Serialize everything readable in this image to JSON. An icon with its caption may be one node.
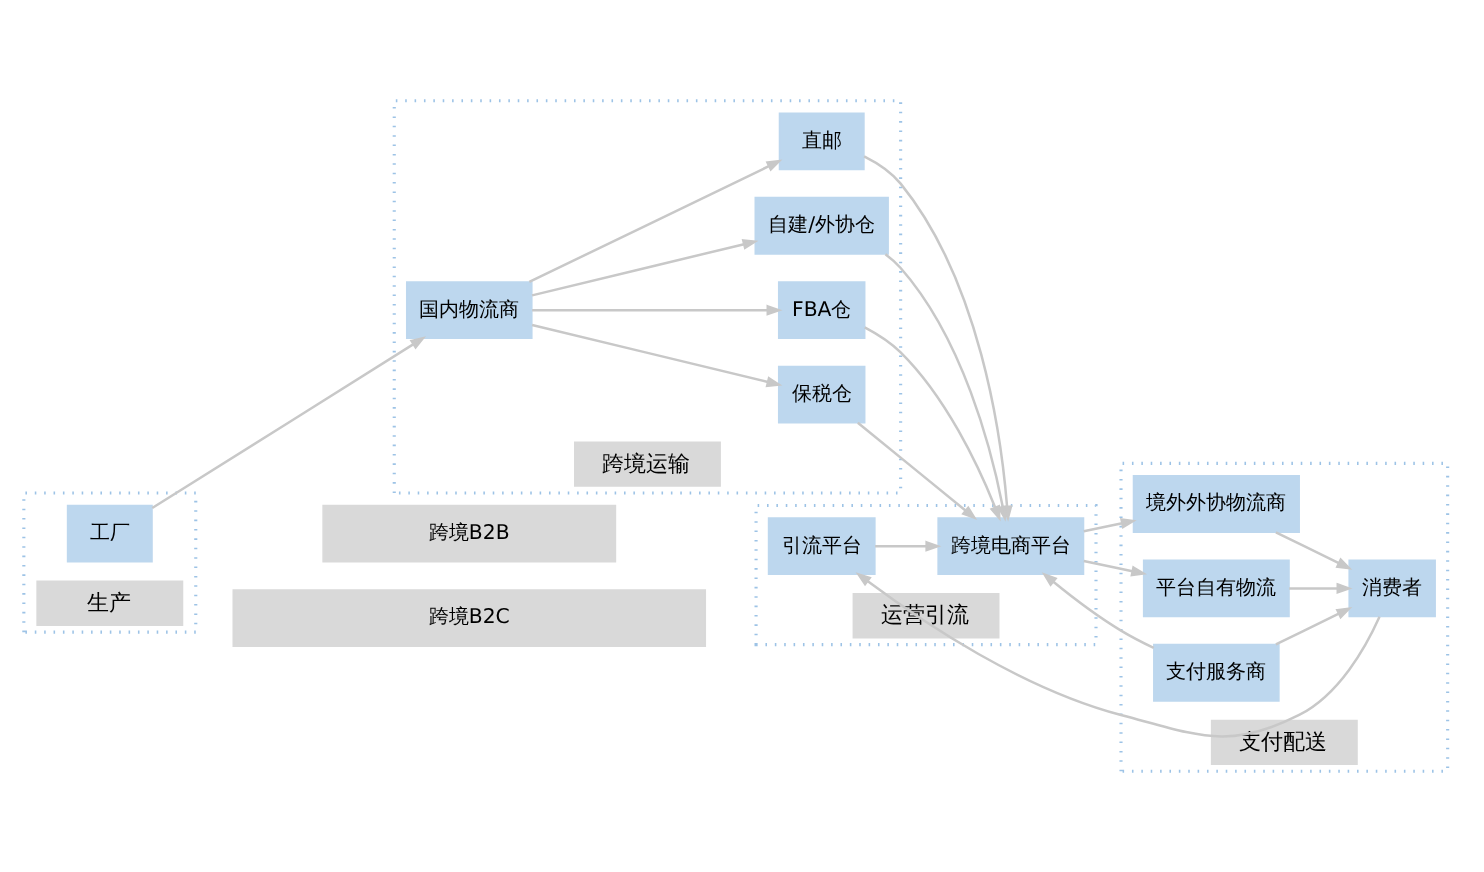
{
  "diagram": {
    "nodes": [
      {
        "text": [
          "生产"
        ]
      },
      {
        "text": [
          "工厂"
        ],
        "in": 0
      },
      {
        "text": [
          "跨境运输"
        ]
      },
      {
        "text": [
          "国内物流商"
        ],
        "in": 2
      },
      {
        "text": [
          "保税仓"
        ],
        "in": 2
      },
      {
        "text": [
          "FBA仓"
        ],
        "in": 2
      },
      {
        "text": [
          "自建/外协仓"
        ],
        "in": 2
      },
      {
        "text": [
          "直邮"
        ],
        "in": 2
      },
      {
        "text": [
          "运营引流"
        ]
      },
      {
        "text": [
          "引流平台"
        ],
        "in": 8
      },
      {
        "text": [
          "跨境电商平台"
        ],
        "in": 8
      },
      {
        "text": [
          "支付配送"
        ]
      },
      {
        "text": [
          "境外外协物流商"
        ],
        "in": 11
      },
      {
        "text": [
          "平台自有物流"
        ],
        "in": 11
      },
      {
        "text": [
          "支付服务商"
        ],
        "in": 11
      },
      {
        "text": [
          "消费者"
        ],
        "in": 11
      },
      {
        "text": [
          "跨境B2B"
        ]
      },
      {
        "text": [
          "跨境B2C"
        ]
      }
    ],
    "edges": [
      {
        "from": 1,
        "to": 3,
        "arrow": "to"
      },
      {
        "from": 3,
        "to": 4,
        "arrow": "to"
      },
      {
        "from": 3,
        "to": 5,
        "arrow": "to"
      },
      {
        "from": 3,
        "to": 6,
        "arrow": "to"
      },
      {
        "from": 3,
        "to": 7,
        "arrow": "to"
      },
      {
        "from": 4,
        "to": 10,
        "arrow": "to"
      },
      {
        "from": 5,
        "to": 10,
        "arrow": "to"
      },
      {
        "from": 6,
        "to": 10,
        "arrow": "to"
      },
      {
        "from": 7,
        "to": 10,
        "arrow": "to"
      },
      {
        "from": 9,
        "to": 10,
        "arrow": "to"
      },
      {
        "from": 10,
        "to": 12,
        "arrow": "to"
      },
      {
        "from": 10,
        "to": 13,
        "arrow": "to"
      },
      {
        "from": 12,
        "to": 15,
        "arrow": "to"
      },
      {
        "from": 13,
        "to": 15,
        "arrow": "to"
      },
      {
        "from": 15,
        "to": 9,
        "arrow": "to"
      },
      {
        "from": 14,
        "to": 15,
        "arrow": "to"
      },
      {
        "from": 14,
        "to": 10,
        "arrow": "to"
      }
    ]
  }
}
